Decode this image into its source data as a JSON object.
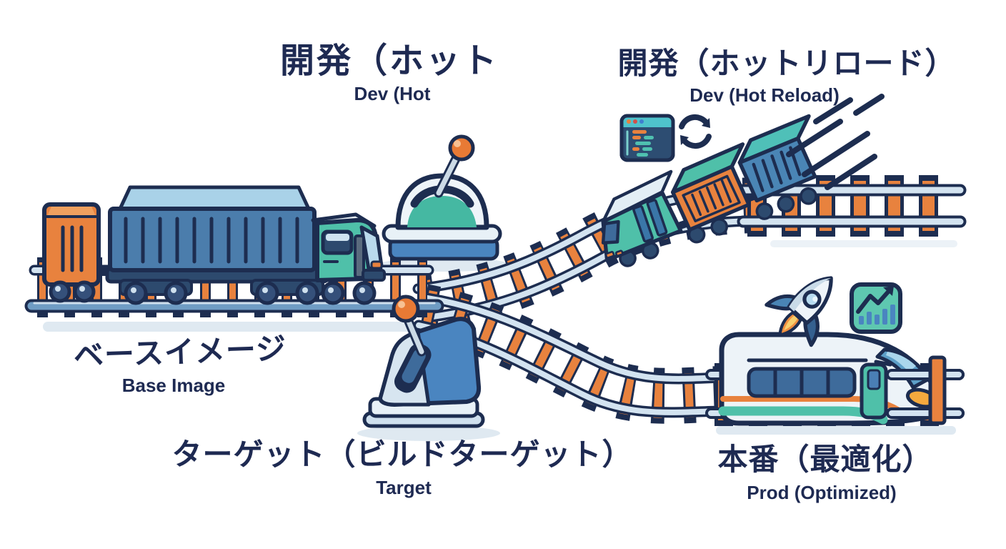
{
  "labels": {
    "dev_hot": {
      "jp": "開発（ホット",
      "en": "Dev (Hot"
    },
    "dev_hot_reload": {
      "jp": "開発（ホットリロード）",
      "en": "Dev (Hot Reload)"
    },
    "base_image": {
      "jp": "ベースイメージ",
      "en": "Base Image"
    },
    "target": {
      "jp": "ターゲット（ビルドターゲット）",
      "en": "Target"
    },
    "prod_optimized": {
      "jp": "本番（最適化）",
      "en": "Prod (Optimized)"
    }
  },
  "icons": [
    "code-editor-window-icon",
    "refresh-icon",
    "speed-lines",
    "rocket-icon",
    "growth-chart-icon",
    "switch-lever-up-icon",
    "switch-lever-down-icon"
  ],
  "colors": {
    "outline_navy": "#1d2d50",
    "text_navy": "#1e2a52",
    "tie_orange": "#e8823e",
    "knob_orange": "#e87a35",
    "steel_blue": "#4a85c0",
    "container_blue": "#4b7dac",
    "teal": "#4fc0a9",
    "rail_light": "#d3e3f0",
    "panel_light": "#e8f1f7",
    "window_blue": "#3e6b9b",
    "code_window_bg": "#2d4d72",
    "code_header_teal": "#4fc3cc",
    "chart_bg": "#5ec7b0",
    "background": "#ffffff"
  }
}
